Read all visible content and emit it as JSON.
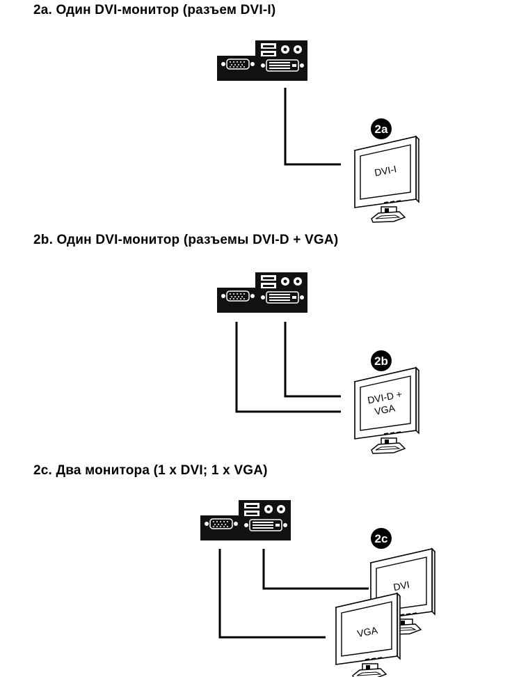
{
  "sections": [
    {
      "heading": "2a. Один DVI-монитор (разъем DVI-I)",
      "badge": "2a",
      "screen_lines": [
        "DVI-I"
      ]
    },
    {
      "heading": "2b. Один DVI-монитор (разъемы DVI-D + VGA)",
      "badge": "2b",
      "screen_lines": [
        "DVI-D +",
        "VGA"
      ]
    },
    {
      "heading": "2c. Два монитора (1 x DVI; 1 x VGA)",
      "badge": "2c",
      "monitor_back_label": "DVI",
      "monitor_front_label": "VGA"
    }
  ]
}
